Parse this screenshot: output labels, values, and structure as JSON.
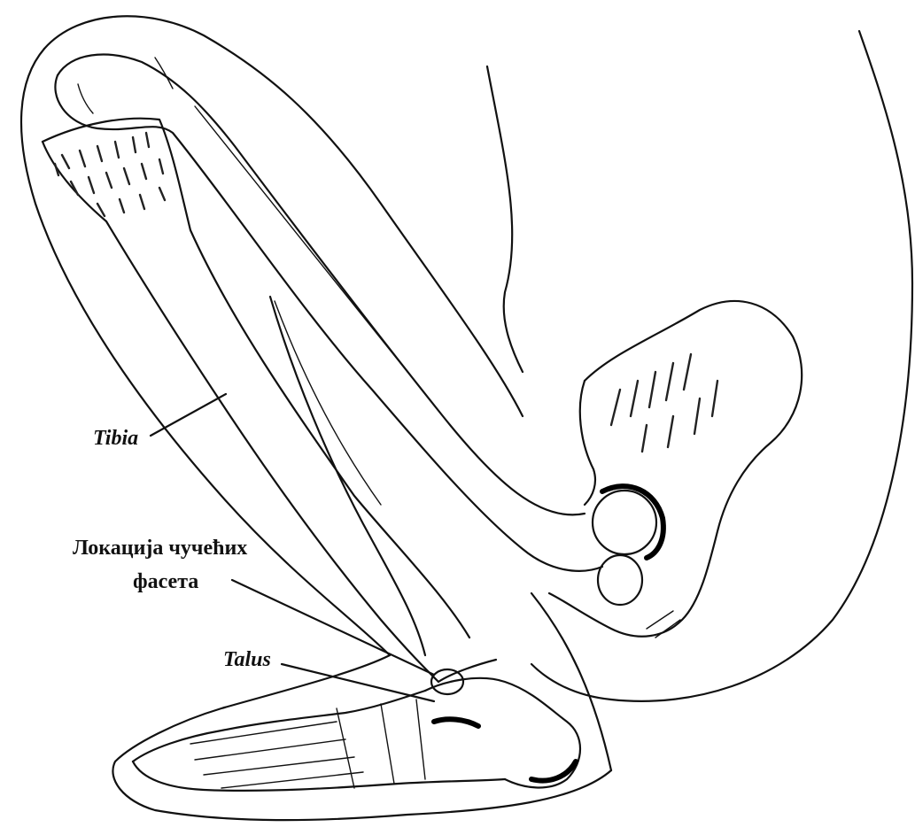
{
  "labels": {
    "tibia": "Tibia",
    "facets_line1": "Локација чучећих",
    "facets_line2": "фасета",
    "talus": "Talus"
  }
}
